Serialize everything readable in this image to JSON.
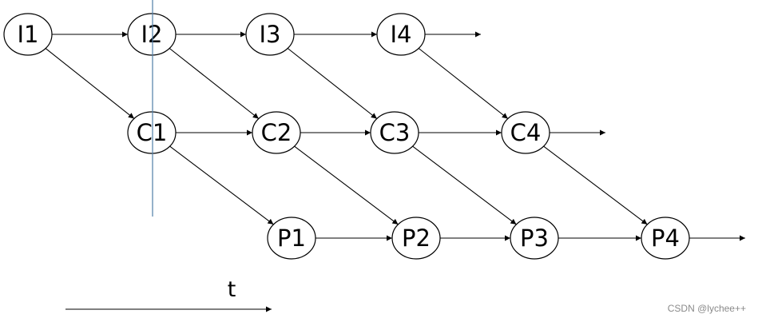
{
  "nodes": {
    "I1": "I1",
    "I2": "I2",
    "I3": "I3",
    "I4": "I4",
    "C1": "C1",
    "C2": "C2",
    "C3": "C3",
    "C4": "C4",
    "P1": "P1",
    "P2": "P2",
    "P3": "P3",
    "P4": "P4"
  },
  "edges": [
    [
      "I1",
      "I2"
    ],
    [
      "I2",
      "I3"
    ],
    [
      "I3",
      "I4"
    ],
    [
      "I4",
      "out"
    ],
    [
      "I1",
      "C1"
    ],
    [
      "I2",
      "C2"
    ],
    [
      "I3",
      "C3"
    ],
    [
      "I4",
      "C4"
    ],
    [
      "C1",
      "C2"
    ],
    [
      "C2",
      "C3"
    ],
    [
      "C3",
      "C4"
    ],
    [
      "C4",
      "out"
    ],
    [
      "C1",
      "P1"
    ],
    [
      "C2",
      "P2"
    ],
    [
      "C3",
      "P3"
    ],
    [
      "C4",
      "P4"
    ],
    [
      "P1",
      "P2"
    ],
    [
      "P2",
      "P3"
    ],
    [
      "P3",
      "P4"
    ],
    [
      "P4",
      "out"
    ]
  ],
  "time_axis_label": "t",
  "watermark": "CSDN @lychee++",
  "colors": {
    "marker_line": "#4f7fa8",
    "stroke": "#000000",
    "watermark": "#8a8a8a"
  }
}
